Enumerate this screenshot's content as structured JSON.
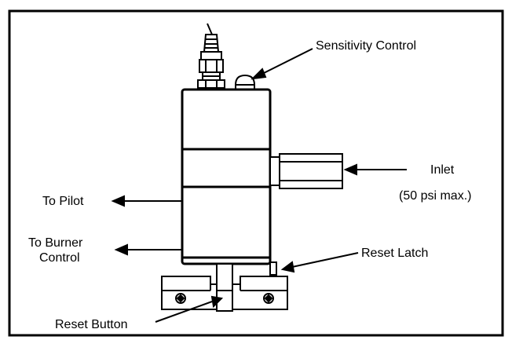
{
  "labels": {
    "sensitivity_control": "Sensitivity Control",
    "inlet": "Inlet",
    "inlet_max": "(50 psi max.)",
    "to_pilot": "To Pilot",
    "to_burner_control_line1": "To Burner",
    "to_burner_control_line2": "Control",
    "reset_latch": "Reset Latch",
    "reset_button": "Reset Button"
  }
}
